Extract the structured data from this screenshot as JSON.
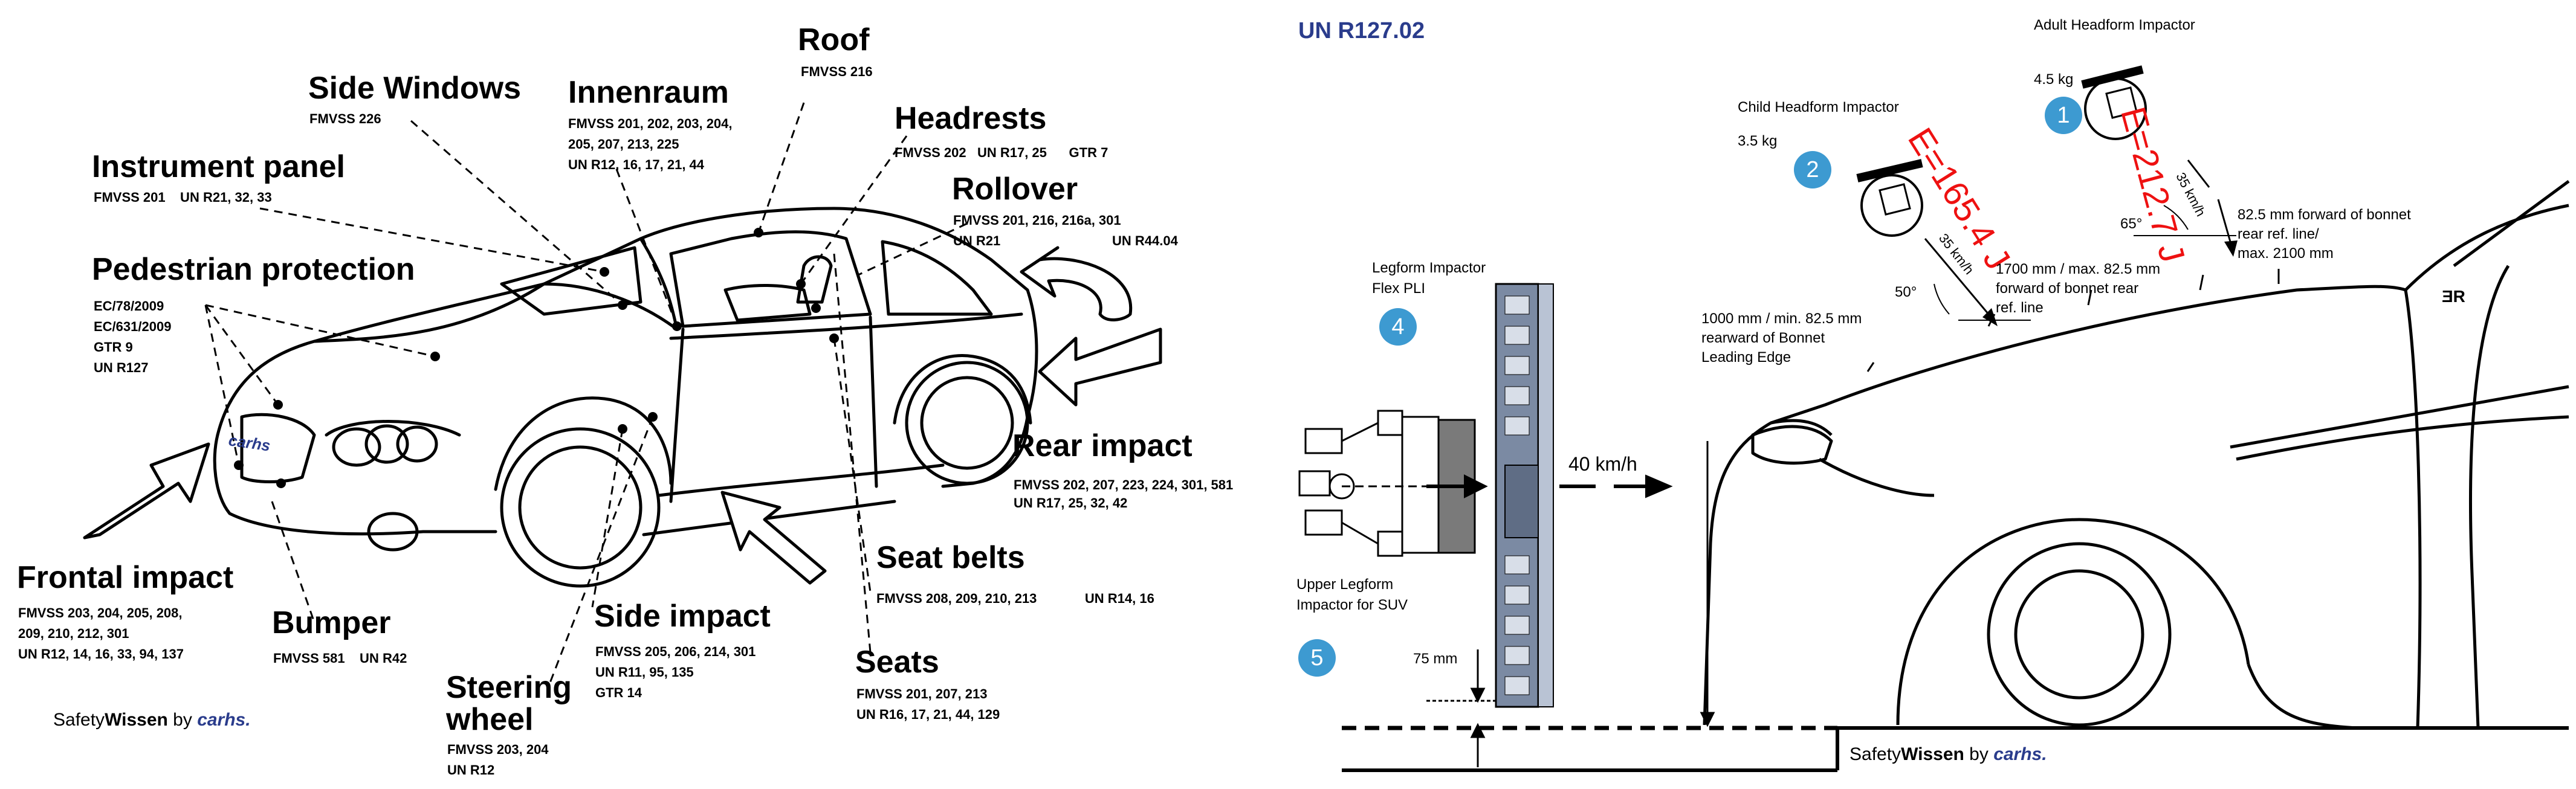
{
  "left": {
    "roof": {
      "title": "Roof",
      "std": "FMVSS 216"
    },
    "side_windows": {
      "title": "Side Windows",
      "std": "FMVSS 226"
    },
    "innenraum": {
      "title": "Innenraum",
      "std1": "FMVSS 201, 202, 203, 204,",
      "std2": "205, 207, 213, 225",
      "std3": "UN R12, 16, 17, 21, 44"
    },
    "headrests": {
      "title": "Headrests",
      "std": "FMVSS 202   UN R17, 25      GTR 7"
    },
    "instrument_panel": {
      "title": "Instrument panel",
      "std": "FMVSS 201    UN R21, 32, 33"
    },
    "rollover": {
      "title": "Rollover",
      "std1": "FMVSS 201, 216, 216a, 301",
      "std2": "UN R21",
      "std3": "UN R44.04"
    },
    "pedestrian": {
      "title": "Pedestrian protection",
      "std1": "EC/78/2009",
      "std2": "EC/631/2009",
      "std3": "GTR 9",
      "std4": "UN R127"
    },
    "rear_impact": {
      "title": "Rear impact",
      "std1": "FMVSS 202, 207, 223, 224, 301, 581",
      "std2": "UN R17, 25, 32, 42"
    },
    "frontal_impact": {
      "title": "Frontal impact",
      "std1": "FMVSS 203, 204, 205, 208,",
      "std2": "209, 210, 212, 301",
      "std3": "UN R12, 14, 16, 33, 94, 137"
    },
    "bumper": {
      "title": "Bumper",
      "std": "FMVSS 581    UN R42"
    },
    "side_impact": {
      "title": "Side impact",
      "std1": "FMVSS 205, 206, 214, 301",
      "std2": "UN R11, 95, 135",
      "std3": "GTR 14"
    },
    "seat_belts": {
      "title": "Seat belts",
      "std": "FMVSS 208, 209, 210, 213             UN R14, 16"
    },
    "seats": {
      "title": "Seats",
      "std1": "FMVSS 201, 207, 213",
      "std2": "UN R16, 17, 21, 44, 129"
    },
    "steering": {
      "title1": "Steering",
      "title2": "wheel",
      "std1": "FMVSS 203, 204",
      "std2": "UN R12"
    },
    "car_badge": "carhs",
    "logo": {
      "a": "Safety",
      "b": "Wissen",
      "c": " by ",
      "d": "carhs."
    }
  },
  "right": {
    "title": "UN R127.02",
    "adult": {
      "label": "Adult Headform Impactor",
      "mass": "4.5 kg",
      "energy": "E=212.7 J",
      "badge": "1",
      "speed": "35 km/h",
      "angle": "65°"
    },
    "child": {
      "label": "Child Headform Impactor",
      "mass": "3.5 kg",
      "energy": "E=165.4 J",
      "badge": "2",
      "speed": "35 km/h",
      "angle": "50°"
    },
    "ann_82": {
      "l1": "82.5 mm forward of bonnet",
      "l2": "rear ref. line/",
      "l3": "max. 2100 mm"
    },
    "ann_1700": {
      "l1": "1700 mm / max. 82.5 mm",
      "l2": "forward of bonnet rear",
      "l3": "ref. line"
    },
    "ann_1000": {
      "l1": "1000 mm / min. 82.5 mm",
      "l2": "rearward of Bonnet",
      "l3": "Leading Edge"
    },
    "legform": {
      "l1": "Legform Impactor",
      "l2": "Flex PLI",
      "badge": "4"
    },
    "speed40": "40 km/h",
    "upper": {
      "l1": "Upper Legform",
      "l2": "Impactor for SUV",
      "badge": "5"
    },
    "mm75": "75 mm",
    "logo": {
      "a": "Safety",
      "b": "Wissen",
      "c": " by ",
      "d": "carhs."
    }
  },
  "colors": {
    "energy": "#e11111",
    "badge": "#3d9ad1",
    "title": "#2a3c8c"
  }
}
